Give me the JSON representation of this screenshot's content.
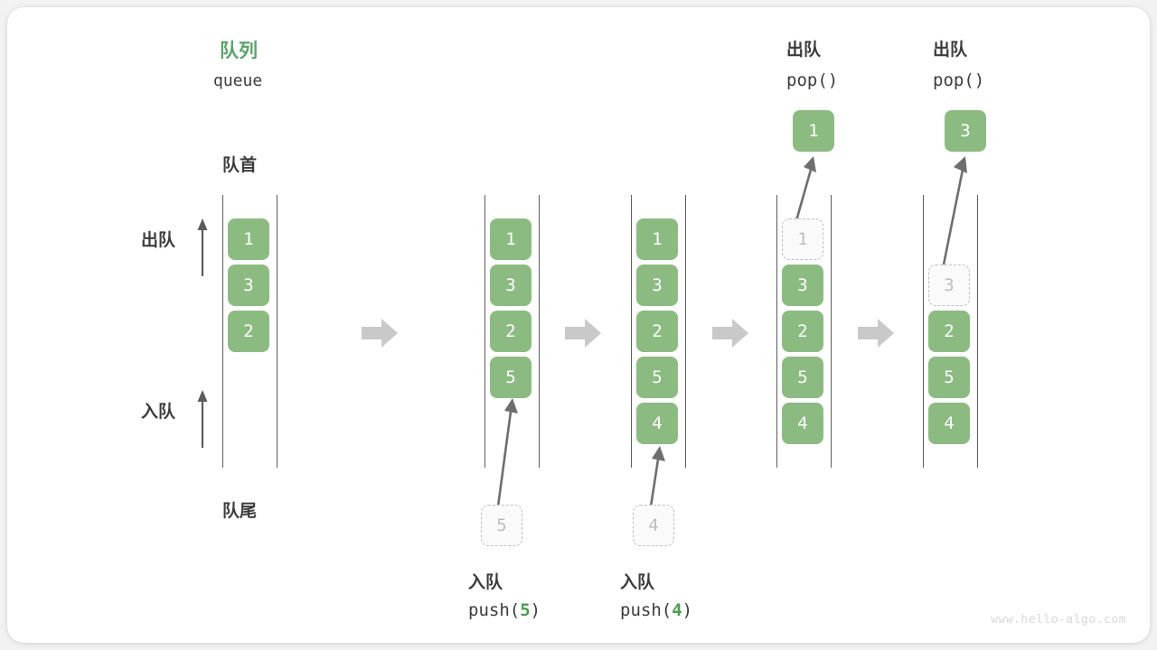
{
  "diagram": {
    "title_cn": "队列",
    "title_en": "queue",
    "front_label": "队首",
    "rear_label": "队尾",
    "dequeue_label": "出队",
    "enqueue_label": "入队",
    "watermark": "www.hello-algo.com",
    "accent_green": "#8cbb82",
    "accent_green_text": "#4e9a51",
    "ghost_gray": "#bdbdbd",
    "rail_color": "#5c5c5c",
    "flow_arrow_color": "#c9c9c9"
  },
  "stages": [
    {
      "id": "stage-initial",
      "items": [
        "1",
        "3",
        "2"
      ],
      "ghost_index": -1
    },
    {
      "id": "stage-after-push-5",
      "items": [
        "1",
        "3",
        "2",
        "5"
      ],
      "ghost_index": -1
    },
    {
      "id": "stage-after-push-4",
      "items": [
        "1",
        "3",
        "2",
        "5",
        "4"
      ],
      "ghost_index": -1
    },
    {
      "id": "stage-after-pop-1",
      "items": [
        "1",
        "3",
        "2",
        "5",
        "4"
      ],
      "ghost_index": 0
    },
    {
      "id": "stage-after-pop-3",
      "items": [
        "3",
        "2",
        "5",
        "4"
      ],
      "ghost_index": 0
    }
  ],
  "operations": {
    "push_5": {
      "cn": "入队",
      "call_prefix": "push(",
      "call_value": "5",
      "call_suffix": ")",
      "ghost_value": "5"
    },
    "push_4": {
      "cn": "入队",
      "call_prefix": "push(",
      "call_value": "4",
      "call_suffix": ")",
      "ghost_value": "4"
    },
    "pop_1": {
      "cn": "出队",
      "call": "pop()",
      "popped_value": "1"
    },
    "pop_3": {
      "cn": "出队",
      "call": "pop()",
      "popped_value": "3"
    }
  }
}
